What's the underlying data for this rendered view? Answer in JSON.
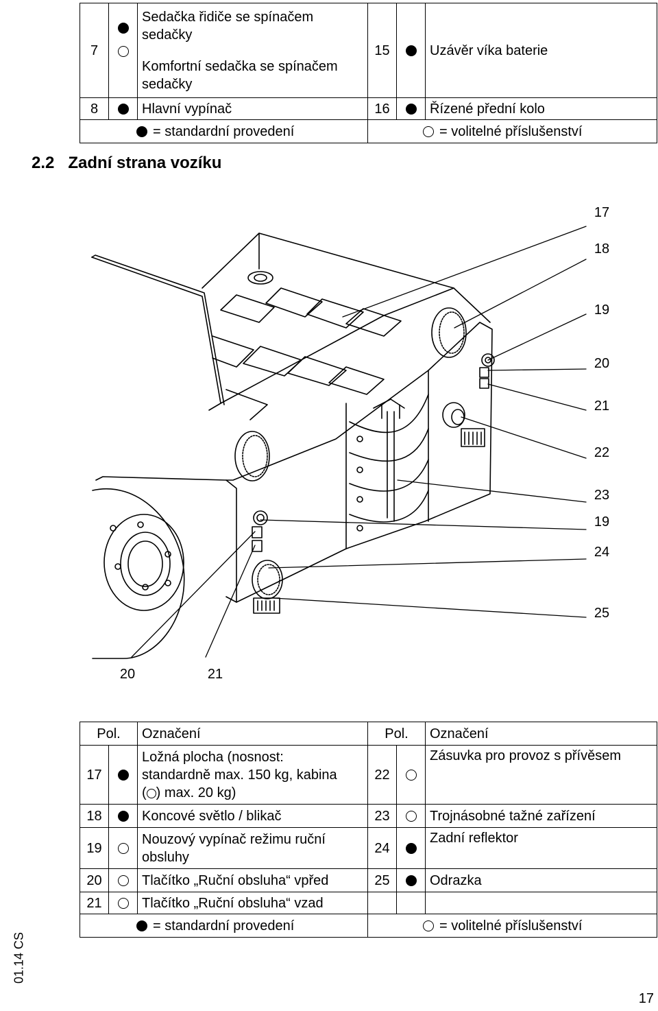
{
  "top_table": {
    "rows": [
      {
        "pos": "7",
        "symbol": "ring",
        "text_lines": [
          "Sedačka řidiče se spínačem",
          "sedačky",
          "Komfortní sedačka se spínačem",
          "sedačky"
        ],
        "pos2": "15",
        "symbol2": "dot",
        "text2": "Uzávěr víka baterie"
      },
      {
        "pos": "8",
        "symbol": "dot",
        "text": "Hlavní vypínač",
        "pos2": "16",
        "symbol2": "dot",
        "text2": "Řízené přední kolo"
      }
    ],
    "footer": {
      "standard": "= standardní provedení",
      "optional": "= volitelné příslušenství"
    }
  },
  "section": {
    "number": "2.2",
    "title": "Zadní strana vozíku"
  },
  "figure": {
    "callouts_right": [
      "17",
      "18",
      "19",
      "20",
      "21",
      "22",
      "23",
      "19",
      "24",
      "25"
    ],
    "callouts_bottom": [
      "20",
      "21"
    ]
  },
  "bottom_table": {
    "header": {
      "pos": "Pol.",
      "label": "Označení",
      "pos2": "Pol.",
      "label2": "Označení"
    },
    "row17": {
      "pos": "17",
      "symbol": "dot",
      "line1": "Ložná plocha (nosnost:",
      "line2": "standardně max. 150 kg, kabina",
      "line3_pre": "(",
      "line3_post": ") max. 20 kg)",
      "pos2": "22",
      "symbol2": "ring",
      "text2": "Zásuvka pro provoz s přívěsem"
    },
    "row18": {
      "pos": "18",
      "symbol": "dot",
      "text": "Koncové světlo / blikač",
      "pos2": "23",
      "symbol2": "ring",
      "text2": "Trojnásobné tažné zařízení"
    },
    "row19": {
      "pos": "19",
      "symbol": "ring",
      "line1": "Nouzový vypínač režimu ruční",
      "line2": "obsluhy",
      "pos2": "24",
      "symbol2": "dot",
      "text2": "Zadní reflektor"
    },
    "row20": {
      "pos": "20",
      "symbol": "ring",
      "text": "Tlačítko „Ruční obsluha“ vpřed",
      "pos2": "25",
      "symbol2": "dot",
      "text2": "Odrazka"
    },
    "row21": {
      "pos": "21",
      "symbol": "ring",
      "text": "Tlačítko „Ruční obsluha“ vzad"
    },
    "footer": {
      "standard": "= standardní provedení",
      "optional": "= volitelné příslušenství"
    }
  },
  "side_note": "01.14 CS",
  "page_number": "17"
}
